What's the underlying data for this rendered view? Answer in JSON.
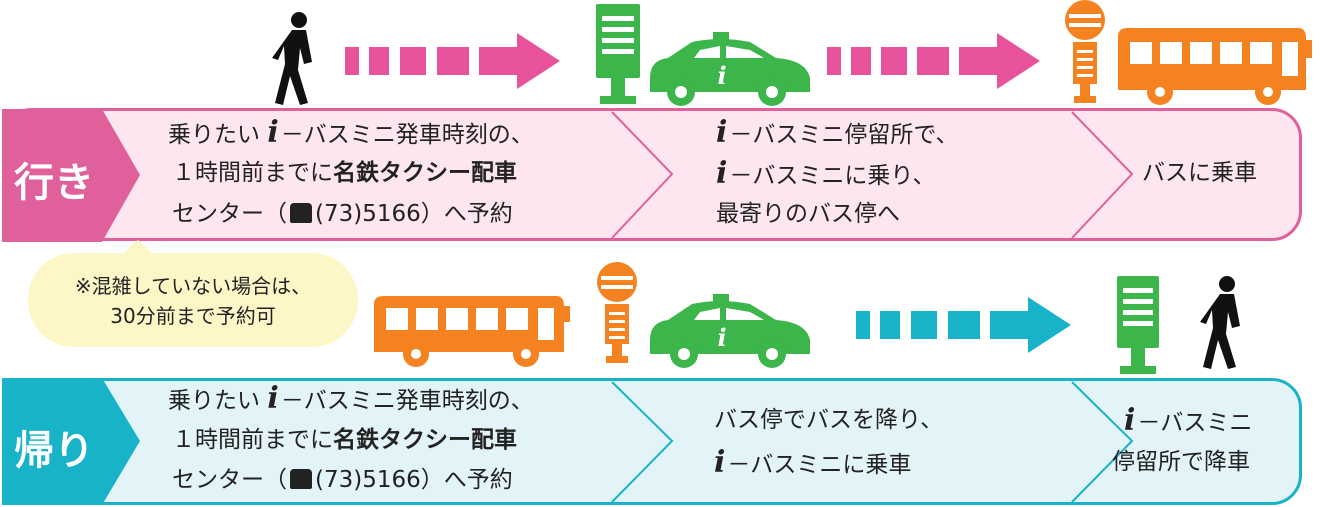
{
  "colors": {
    "go": "#e0609b",
    "back": "#19b3c9",
    "green": "#3cb54a",
    "orange": "#f58220"
  },
  "go": {
    "label": "行き",
    "step1": {
      "l1_a": "乗りたい",
      "l1_b": "－バスミニ発車時刻の、",
      "l2_a": "１時間前までに",
      "l2_b": "名鉄タクシー配車",
      "l3_a": "センター（",
      "l3_b": "(73)5166）へ予約"
    },
    "step2": {
      "l1": "－バスミニ停留所で、",
      "l2": "－バスミニに乗り、",
      "l3": "最寄りのバス停へ"
    },
    "step3": {
      "l1": "バスに乗車"
    }
  },
  "note": {
    "l1": "※混雑していない場合は、",
    "l2": "30分前まで予約可"
  },
  "back": {
    "label": "帰り",
    "step1": {
      "l1_a": "乗りたい",
      "l1_b": "－バスミニ発車時刻の、",
      "l2_a": "１時間前までに",
      "l2_b": "名鉄タクシー配車",
      "l3_a": "センター（",
      "l3_b": "(73)5166）へ予約"
    },
    "step2": {
      "l1": "バス停でバスを降り、",
      "l2": "－バスミニに乗車"
    },
    "step3": {
      "l1": "－バスミニ",
      "l2": "停留所で降車"
    }
  },
  "icons": {
    "i_glyph": "i",
    "taxi_glyph": "i"
  }
}
